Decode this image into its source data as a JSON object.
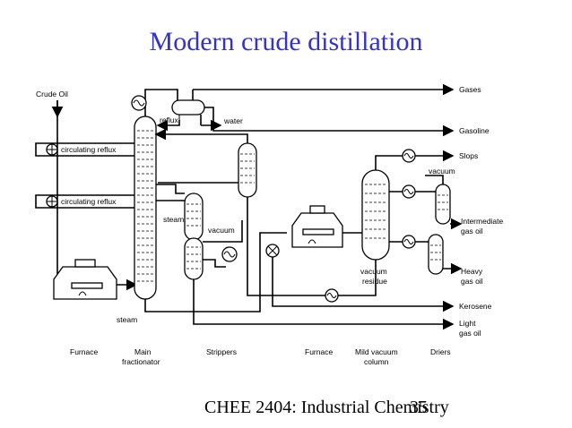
{
  "title": "Modern crude distillation",
  "footer": "CHEE 2404: Industrial Chemistry",
  "page_number": "35",
  "labels": {
    "crude_oil": "Crude Oil",
    "reflux": "reflux",
    "water": "water",
    "circulating_reflux_1": "circulating reflux",
    "circulating_reflux_2": "circulating reflux",
    "steam_stripper": "steam",
    "vacuum_stripper": "vacuum",
    "steam_bottom": "steam",
    "vacuum_top": "vacuum",
    "vacuum_residue": "vacuum\nresidue"
  },
  "products": {
    "gases": "Gases",
    "gasoline": "Gasoline",
    "slops": "Slops",
    "intermediate_gas_oil_1": "Intermediate",
    "intermediate_gas_oil_2": "gas oil",
    "heavy_gas_oil_1": "Heavy",
    "heavy_gas_oil_2": "gas oil",
    "kerosene": "Kerosene",
    "light_gas_oil_1": "Light",
    "light_gas_oil_2": "gas oil"
  },
  "units": {
    "furnace_1": "Furnace",
    "main_1": "Main",
    "main_2": "fractionator",
    "strippers": "Strippers",
    "furnace_2": "Furnace",
    "mild_vacuum_1": "Mild vacuum",
    "mild_vacuum_2": "column",
    "driers": "Driers",
    "vacuum_residue_1": "vacuum",
    "vacuum_residue_2": "residue"
  }
}
